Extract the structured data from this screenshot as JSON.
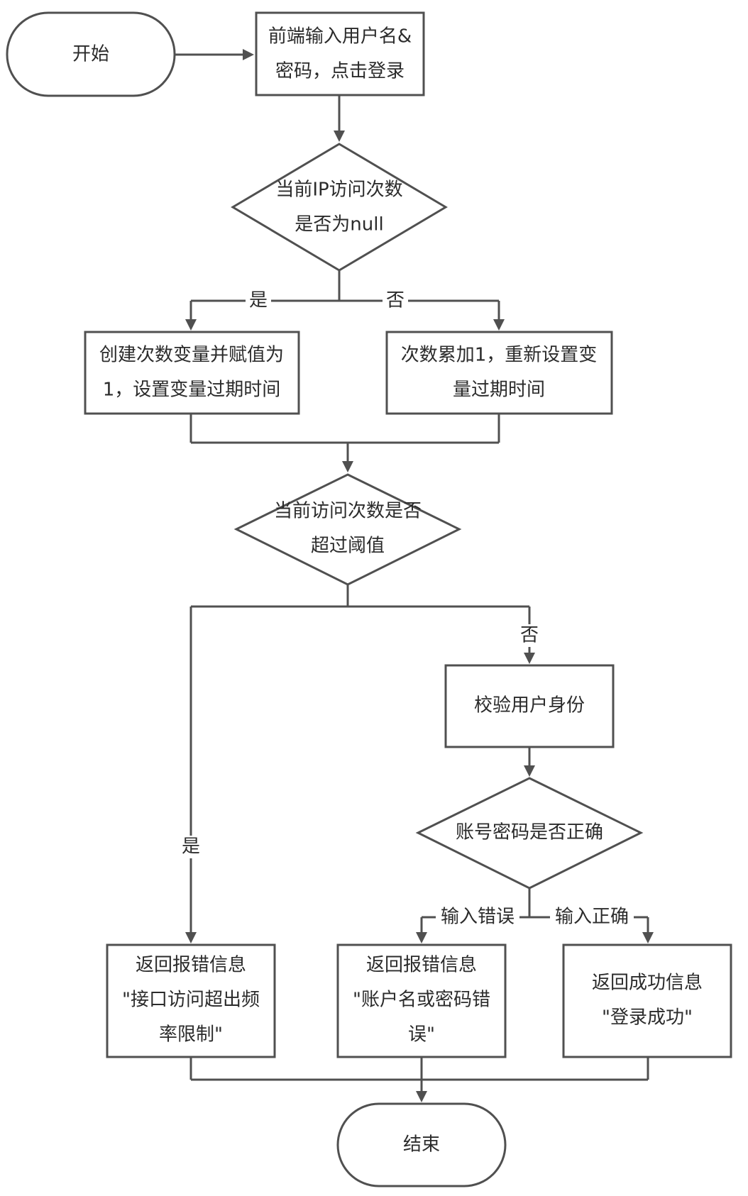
{
  "nodes": {
    "start": "开始",
    "input_lines": [
      "前端输入用户名&",
      "密码，点击登录"
    ],
    "decision_null_lines": [
      "当前IP访问次数",
      "是否为null"
    ],
    "create_var_lines": [
      "创建次数变量并赋值为",
      "1，设置变量过期时间"
    ],
    "increment_lines": [
      "次数累加1，重新设置变",
      "量过期时间"
    ],
    "decision_threshold_lines": [
      "当前访问次数是否",
      "超过阈值"
    ],
    "verify_identity": "校验用户身份",
    "decision_credentials": "账号密码是否正确",
    "error_rate_limit_lines": [
      "返回报错信息",
      "\"接口访问超出频",
      "率限制\""
    ],
    "error_credentials_lines": [
      "返回报错信息",
      "\"账户名或密码错",
      "误\""
    ],
    "success_lines": [
      "返回成功信息",
      "\"登录成功\""
    ],
    "end": "结束"
  },
  "edge_labels": {
    "null_yes": "是",
    "null_no": "否",
    "threshold_no": "否",
    "threshold_yes": "是",
    "cred_wrong": "输入错误",
    "cred_right": "输入正确"
  },
  "colors": {
    "stroke": "#505050",
    "text": "#2b2b2b",
    "background": "#ffffff"
  }
}
